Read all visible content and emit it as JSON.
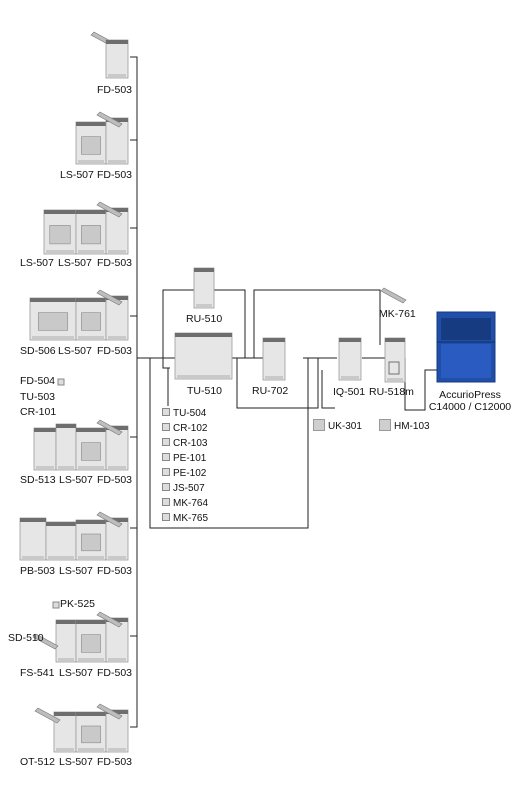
{
  "colors": {
    "line": "#222222",
    "unit_light": "#e6e6e6",
    "unit_mid": "#c9c9c9",
    "unit_dark": "#6e6e6e",
    "press_blue": "#1f4fa8",
    "press_dark": "#173b80"
  },
  "left_column": {
    "rows": [
      {
        "labels": [
          "FD-503"
        ]
      },
      {
        "labels": [
          "LS-507",
          "FD-503"
        ]
      },
      {
        "labels": [
          "LS-507",
          "LS-507",
          "FD-503"
        ]
      },
      {
        "labels": [
          "SD-506",
          "LS-507",
          "FD-503"
        ]
      },
      {
        "labels": [
          "SD-513",
          "LS-507",
          "FD-503"
        ],
        "callouts": [
          "FD-504",
          "TU-503",
          "CR-101"
        ]
      },
      {
        "labels": [
          "PB-503",
          "LS-507",
          "FD-503"
        ]
      },
      {
        "labels": [
          "FS-541",
          "LS-507",
          "FD-503"
        ],
        "callouts": [
          "PK-525",
          "SD-510"
        ]
      },
      {
        "labels": [
          "OT-512",
          "LS-507",
          "FD-503"
        ]
      }
    ]
  },
  "center": {
    "ru510": "RU-510",
    "tu510": "TU-510",
    "ru702": "RU-702",
    "tu510_options": [
      "TU-504",
      "CR-102",
      "CR-103",
      "PE-101",
      "PE-102",
      "JS-507",
      "MK-764",
      "MK-765"
    ]
  },
  "right": {
    "iq501": "IQ-501",
    "ru518m": "RU-518m",
    "mk761": "MK-761",
    "uk301": "UK-301",
    "hm103": "HM-103",
    "press_name": "AccurioPress",
    "press_models": "C14000 / C12000"
  }
}
